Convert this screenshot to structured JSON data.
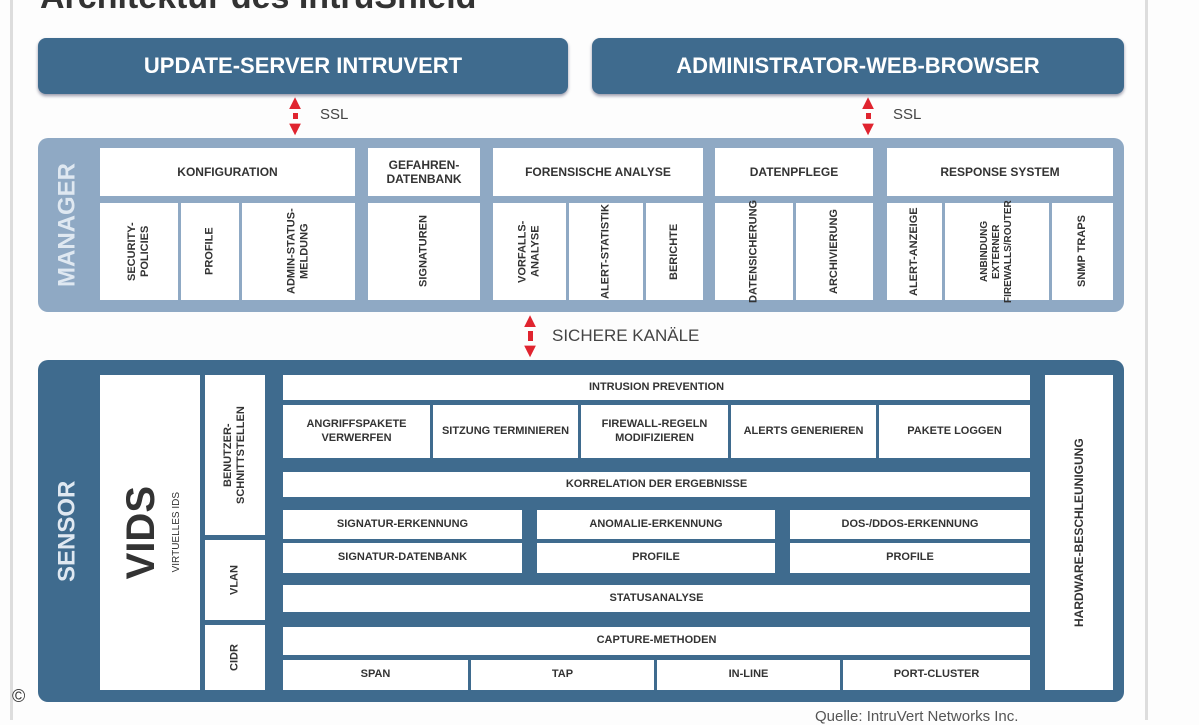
{
  "title": "Architektur des IntruShield",
  "top_boxes": [
    "UPDATE-SERVER INTRUVERT",
    "ADMINISTRATOR-WEB-BROWSER"
  ],
  "ssl_label": "SSL",
  "secure_channels_label": "SICHERE KANÄLE",
  "manager": {
    "label": "MANAGER",
    "groups": [
      {
        "title": "KONFIGURATION",
        "items": [
          "SECURITY-POLICIES",
          "PROFILE",
          "ADMIN-STATUS-MELDUNG"
        ]
      },
      {
        "title": "GEFAHREN-DATENBANK",
        "items": [
          "SIGNATUREN"
        ]
      },
      {
        "title": "FORENSISCHE ANALYSE",
        "items": [
          "VORFALLS-ANALYSE",
          "ALERT-STATISTIK",
          "BERICHTE"
        ]
      },
      {
        "title": "DATENPFLEGE",
        "items": [
          "DATENSICHERUNG",
          "ARCHIVIERUNG"
        ]
      },
      {
        "title": "RESPONSE SYSTEM",
        "items": [
          "ALERT-ANZEIGE",
          "ANBINDUNG EXTERNER FIREWALLS/ROUTER",
          "SNMP TRAPS"
        ]
      }
    ]
  },
  "sensor": {
    "label": "SENSOR",
    "vids": "VIDS",
    "vids_sub": "VIRTUELLES IDS",
    "interfaces": [
      "BENUTZER-SCHNITTSTELLEN",
      "VLAN",
      "CIDR"
    ],
    "intrusion_prevention": "INTRUSION PREVENTION",
    "ip_items": [
      "ANGRIFFSPAKETE VERWERFEN",
      "SITZUNG TERMINIEREN",
      "FIREWALL-REGELN MODIFIZIEREN",
      "ALERTS GENERIEREN",
      "PAKETE LOGGEN"
    ],
    "correlation": "KORRELATION DER ERGEBNISSE",
    "detection": [
      {
        "title": "SIGNATUR-ERKENNUNG",
        "sub": "SIGNATUR-DATENBANK"
      },
      {
        "title": "ANOMALIE-ERKENNUNG",
        "sub": "PROFILE"
      },
      {
        "title": "DOS-/DDOS-ERKENNUNG",
        "sub": "PROFILE"
      }
    ],
    "status": "STATUSANALYSE",
    "capture": "CAPTURE-METHODEN",
    "capture_items": [
      "SPAN",
      "TAP",
      "IN-LINE",
      "PORT-CLUSTER"
    ],
    "hardware": "HARDWARE-BESCHLEUNIGUNG"
  },
  "copyright": "©",
  "source": "Quelle: IntruVert Networks Inc."
}
